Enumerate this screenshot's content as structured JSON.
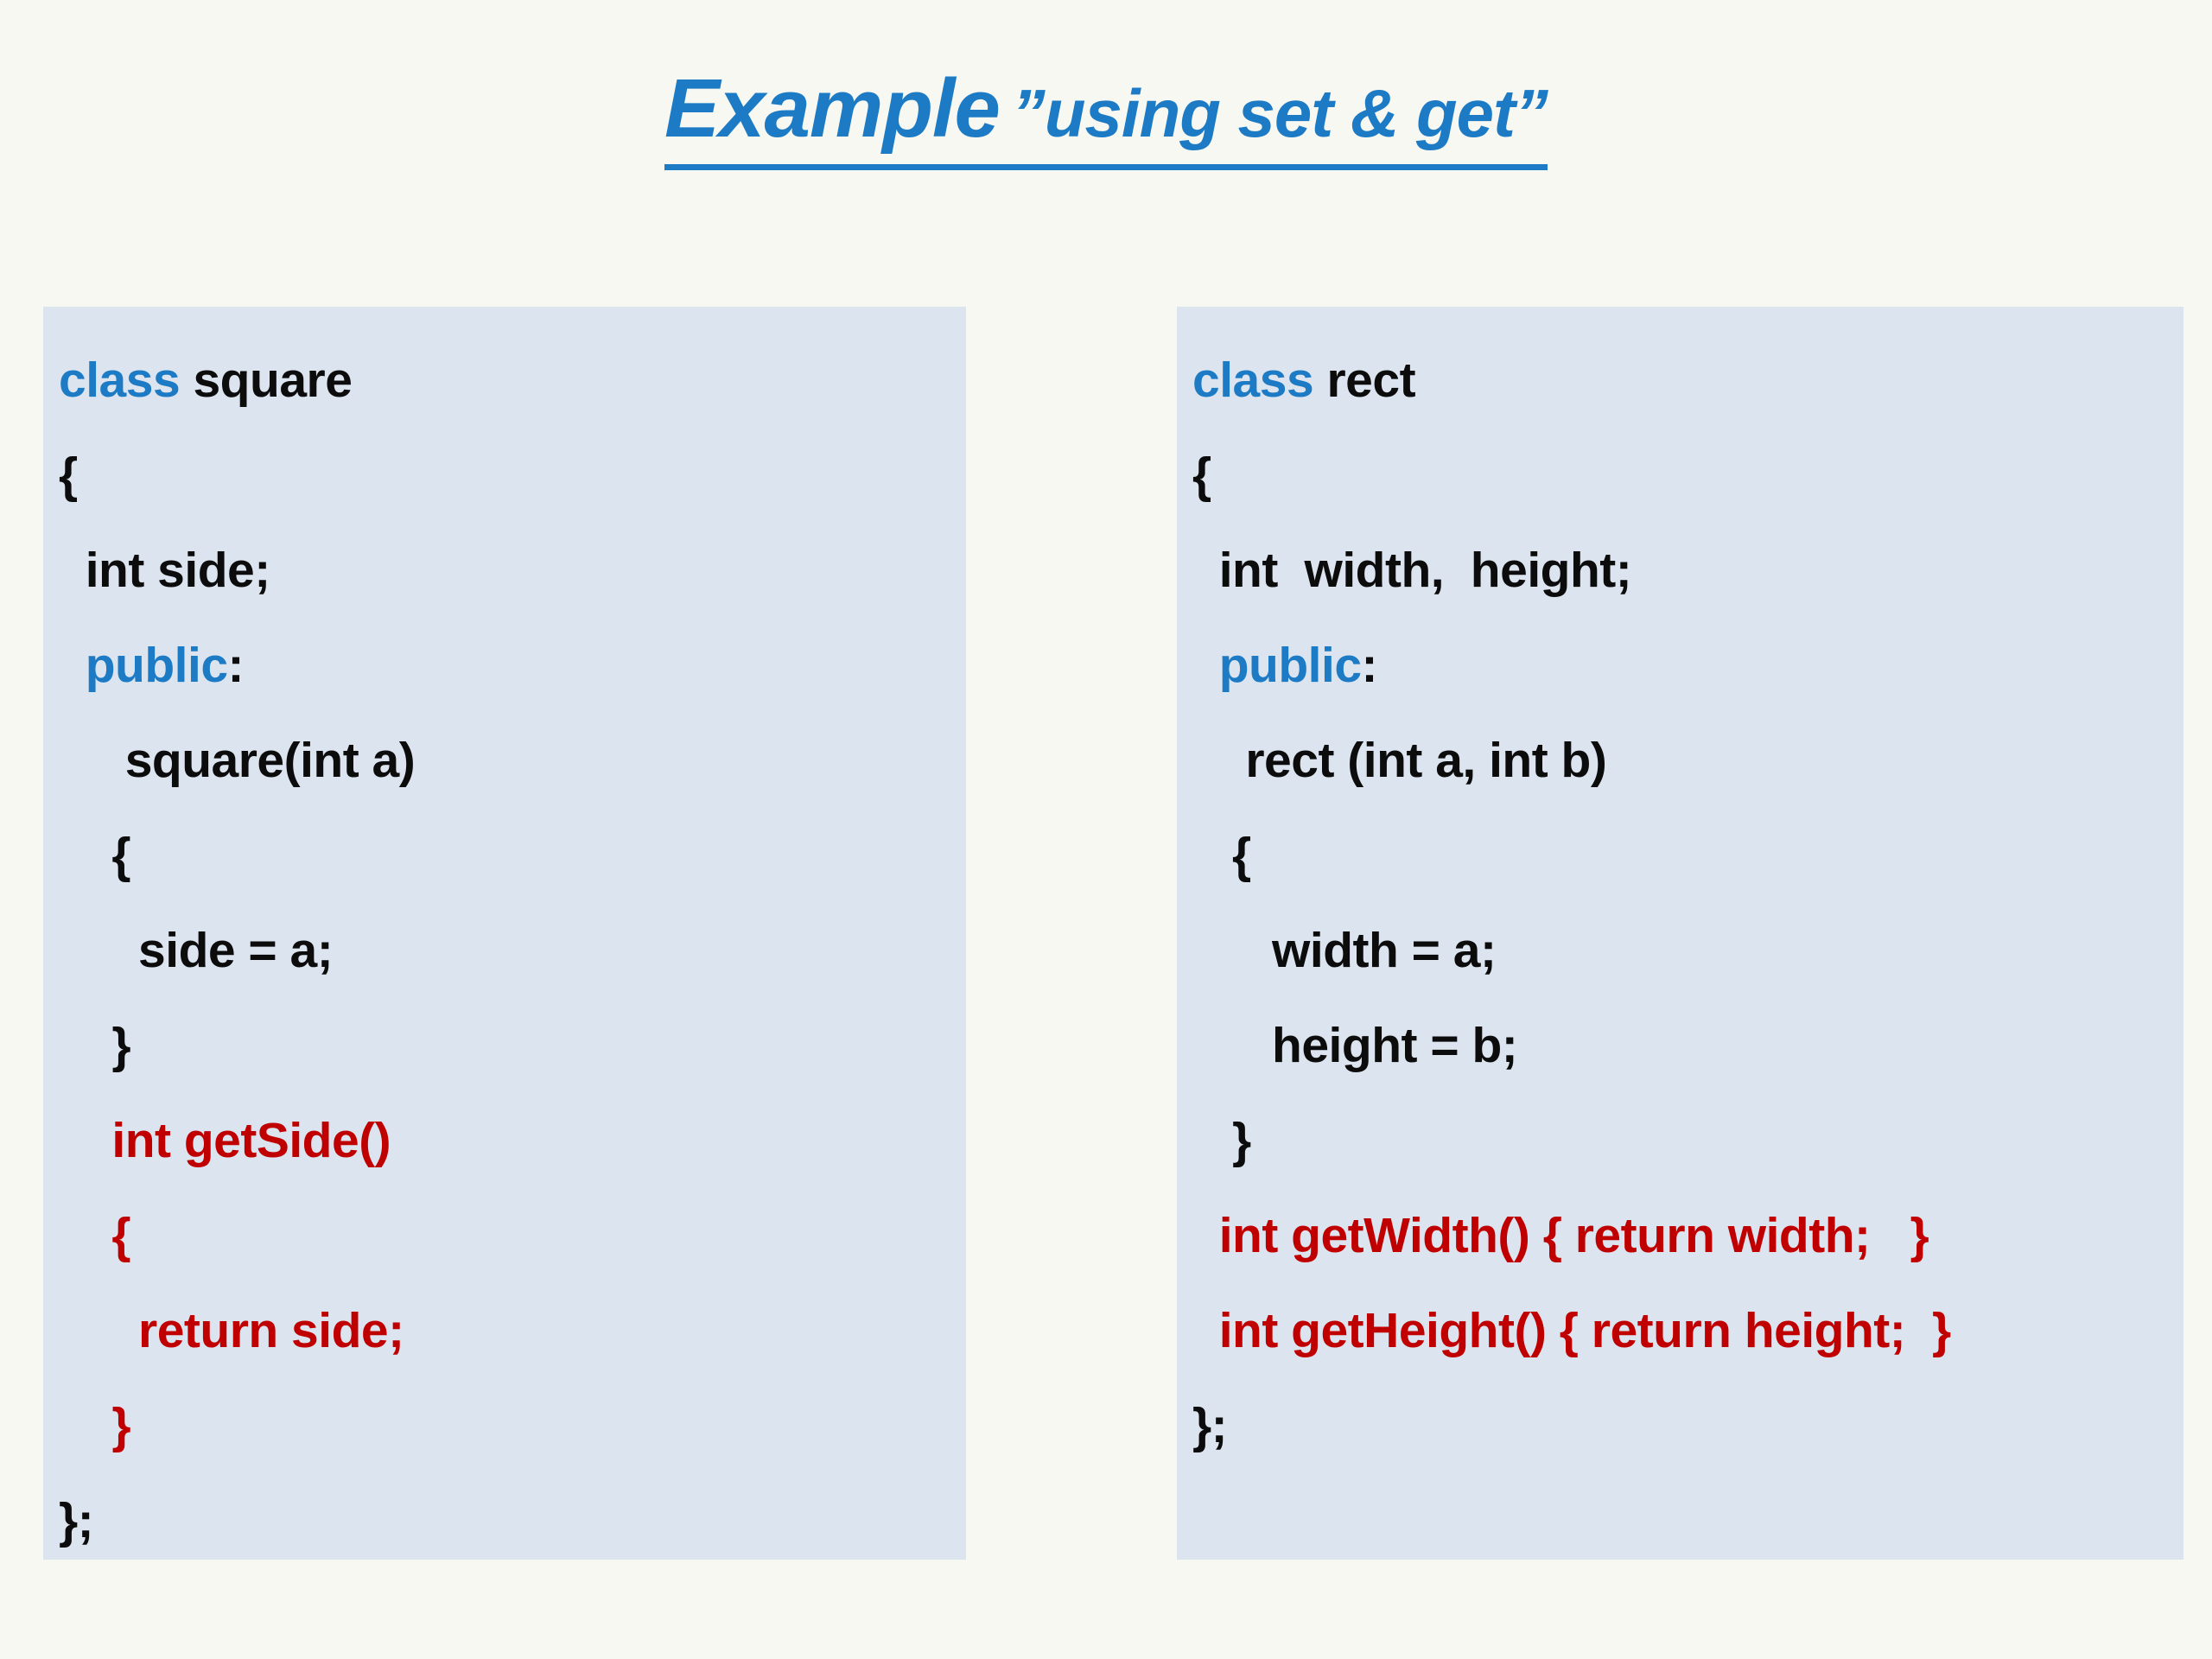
{
  "slide": {
    "title": {
      "main": "Example",
      "sub": "”using set & get”"
    },
    "colors": {
      "page_background": "#F8F8F2",
      "panel_background": "#DCE4EF",
      "keyword_blue": "#1C7BC4",
      "code_black": "#0C0C0C",
      "accent_red": "#C00000"
    }
  },
  "panels": [
    {
      "id": "square-class-panel",
      "lines": [
        {
          "indent": "",
          "segments": [
            {
              "t": "class ",
              "c": "kw"
            },
            {
              "t": "square",
              "c": "blk"
            }
          ]
        },
        {
          "indent": "",
          "segments": [
            {
              "t": "{",
              "c": "blk"
            }
          ]
        },
        {
          "indent": "  ",
          "segments": [
            {
              "t": "int side;",
              "c": "blk"
            }
          ]
        },
        {
          "indent": "  ",
          "segments": [
            {
              "t": "public",
              "c": "kw"
            },
            {
              "t": ":",
              "c": "blk"
            }
          ]
        },
        {
          "indent": "     ",
          "segments": [
            {
              "t": "square(int a)",
              "c": "blk"
            }
          ]
        },
        {
          "indent": "    ",
          "segments": [
            {
              "t": "{",
              "c": "blk"
            }
          ]
        },
        {
          "indent": "      ",
          "segments": [
            {
              "t": "side = a;",
              "c": "blk"
            }
          ]
        },
        {
          "indent": "    ",
          "segments": [
            {
              "t": "}",
              "c": "blk"
            }
          ]
        },
        {
          "indent": "    ",
          "segments": [
            {
              "t": "int getSide()",
              "c": "red"
            }
          ]
        },
        {
          "indent": "    ",
          "segments": [
            {
              "t": "{",
              "c": "red"
            }
          ]
        },
        {
          "indent": "      ",
          "segments": [
            {
              "t": "return side;",
              "c": "red"
            }
          ]
        },
        {
          "indent": "    ",
          "segments": [
            {
              "t": "}",
              "c": "red"
            }
          ]
        },
        {
          "indent": "",
          "segments": [
            {
              "t": "};",
              "c": "blk"
            }
          ]
        }
      ]
    },
    {
      "id": "rect-class-panel",
      "lines": [
        {
          "indent": "",
          "segments": [
            {
              "t": "class ",
              "c": "kw"
            },
            {
              "t": "rect",
              "c": "blk"
            }
          ]
        },
        {
          "indent": "",
          "segments": [
            {
              "t": "{",
              "c": "blk"
            }
          ]
        },
        {
          "indent": "  ",
          "segments": [
            {
              "t": "int  width,  height;",
              "c": "blk"
            }
          ]
        },
        {
          "indent": "  ",
          "segments": [
            {
              "t": "public",
              "c": "kw"
            },
            {
              "t": ":",
              "c": "blk"
            }
          ]
        },
        {
          "indent": "    ",
          "segments": [
            {
              "t": "rect (int a, int b)",
              "c": "blk"
            }
          ]
        },
        {
          "indent": "   ",
          "segments": [
            {
              "t": "{",
              "c": "blk"
            }
          ]
        },
        {
          "indent": "      ",
          "segments": [
            {
              "t": "width = a;",
              "c": "blk"
            }
          ]
        },
        {
          "indent": "      ",
          "segments": [
            {
              "t": "height = b;",
              "c": "blk"
            }
          ]
        },
        {
          "indent": "   ",
          "segments": [
            {
              "t": "}",
              "c": "blk"
            }
          ]
        },
        {
          "indent": "  ",
          "segments": [
            {
              "t": "int getWidth() { return width;   }",
              "c": "red"
            }
          ]
        },
        {
          "indent": "  ",
          "segments": [
            {
              "t": "int getHeight() { return height;  }",
              "c": "red"
            }
          ]
        },
        {
          "indent": "",
          "segments": [
            {
              "t": "};",
              "c": "blk"
            }
          ]
        }
      ]
    }
  ]
}
